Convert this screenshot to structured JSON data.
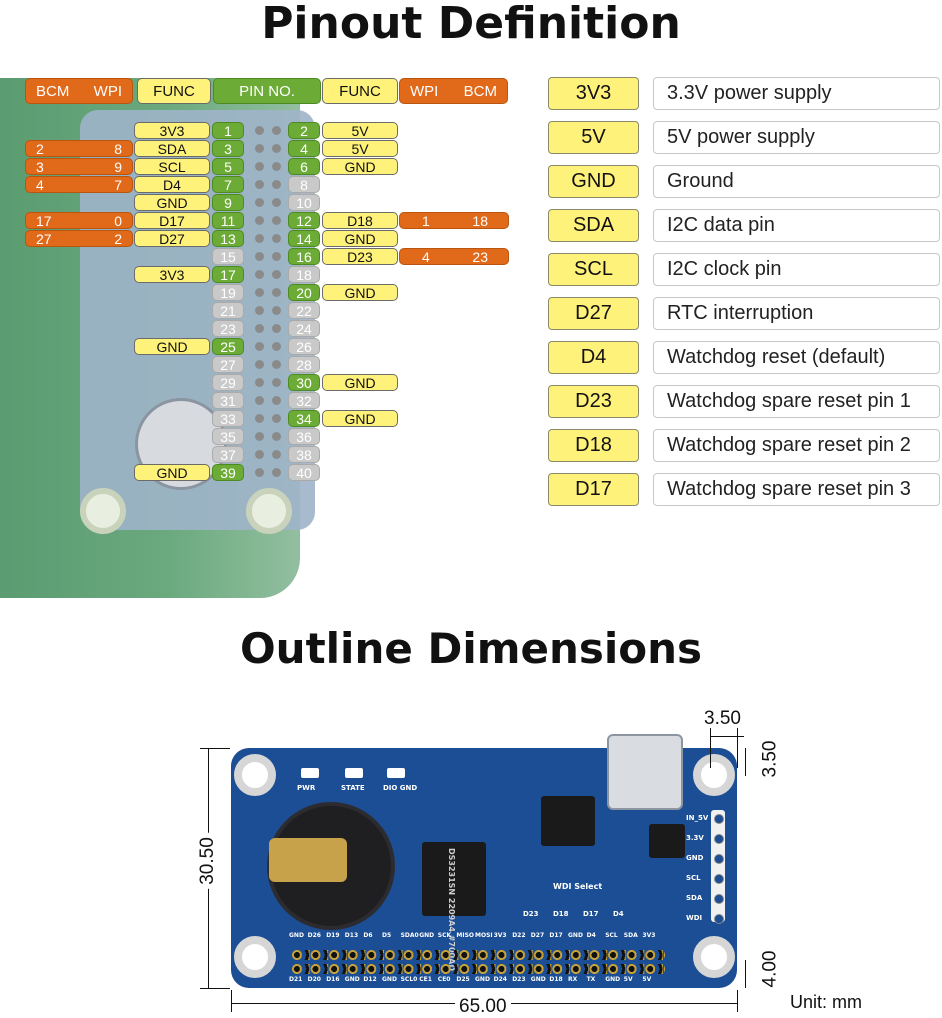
{
  "titles": {
    "pinout": "Pinout Definition",
    "outline": "Outline Dimensions"
  },
  "header": {
    "bcm": "BCM",
    "wpi": "WPI",
    "func": "FUNC",
    "pin_no": "PIN NO."
  },
  "pins": [
    {
      "row": 0,
      "ln": "1",
      "lf": "3V3",
      "rn": "2",
      "rf": "5V"
    },
    {
      "row": 1,
      "ln": "3",
      "lf": "SDA",
      "lb": "2",
      "lw": "8",
      "rn": "4",
      "rf": "5V"
    },
    {
      "row": 2,
      "ln": "5",
      "lf": "SCL",
      "lb": "3",
      "lw": "9",
      "rn": "6",
      "rf": "GND"
    },
    {
      "row": 3,
      "ln": "7",
      "lf": "D4",
      "lb": "4",
      "lw": "7",
      "rn": "8"
    },
    {
      "row": 4,
      "ln": "9",
      "lf": "GND",
      "rn": "10"
    },
    {
      "row": 5,
      "ln": "11",
      "lf": "D17",
      "lb": "17",
      "lw": "0",
      "rn": "12",
      "rf": "D18",
      "rw": "1",
      "rb": "18"
    },
    {
      "row": 6,
      "ln": "13",
      "lf": "D27",
      "lb": "27",
      "lw": "2",
      "rn": "14",
      "rf": "GND"
    },
    {
      "row": 7,
      "ln": "15",
      "rn": "16",
      "rf": "D23",
      "rw": "4",
      "rb": "23"
    },
    {
      "row": 8,
      "ln": "17",
      "lf": "3V3",
      "rn": "18"
    },
    {
      "row": 9,
      "ln": "19",
      "rn": "20",
      "rf": "GND"
    },
    {
      "row": 10,
      "ln": "21",
      "rn": "22"
    },
    {
      "row": 11,
      "ln": "23",
      "rn": "24"
    },
    {
      "row": 12,
      "ln": "25",
      "lf": "GND",
      "rn": "26"
    },
    {
      "row": 13,
      "ln": "27",
      "rn": "28"
    },
    {
      "row": 14,
      "ln": "29",
      "rn": "30",
      "rf": "GND"
    },
    {
      "row": 15,
      "ln": "31",
      "rn": "32"
    },
    {
      "row": 16,
      "ln": "33",
      "rn": "34",
      "rf": "GND"
    },
    {
      "row": 17,
      "ln": "35",
      "rn": "36"
    },
    {
      "row": 18,
      "ln": "37",
      "rn": "38"
    },
    {
      "row": 19,
      "ln": "39",
      "lf": "GND",
      "rn": "40"
    }
  ],
  "legend": [
    {
      "key": "3V3",
      "desc": "3.3V power supply"
    },
    {
      "key": "5V",
      "desc": "5V power supply"
    },
    {
      "key": "GND",
      "desc": "Ground"
    },
    {
      "key": "SDA",
      "desc": "I2C data pin"
    },
    {
      "key": "SCL",
      "desc": "I2C clock pin"
    },
    {
      "key": "D27",
      "desc": "RTC interruption"
    },
    {
      "key": "D4",
      "desc": "Watchdog reset (default)"
    },
    {
      "key": "D23",
      "desc": "Watchdog spare reset pin 1"
    },
    {
      "key": "D18",
      "desc": "Watchdog spare reset pin 2"
    },
    {
      "key": "D17",
      "desc": "Watchdog spare reset pin 3"
    }
  ],
  "board_silk": {
    "leds": [
      "PWR",
      "STATE",
      "DIO GND"
    ],
    "right_pins": [
      "IN_5V",
      "3.3V",
      "GND",
      "SCL",
      "SDA",
      "WDI"
    ],
    "wdi_select": "WDI Select",
    "wdi_opts": [
      "D23",
      "D18",
      "D17",
      "D4"
    ],
    "chip": "DS3231SN\n2209A4\n#700AD",
    "top_row": [
      "GND",
      "D26",
      "D19",
      "D13",
      "D6",
      "D5",
      "SDA0",
      "GND",
      "SCK",
      "MISO",
      "MOSI",
      "3V3",
      "D22",
      "D27",
      "D17",
      "GND",
      "D4",
      "SCL",
      "SDA",
      "3V3"
    ],
    "bottom_row": [
      "D21",
      "D20",
      "D16",
      "GND",
      "D12",
      "GND",
      "SCL0",
      "CE1",
      "CE0",
      "D25",
      "GND",
      "D24",
      "D23",
      "GND",
      "D18",
      "RX",
      "TX",
      "GND",
      "5V",
      "5V"
    ]
  },
  "dimensions": {
    "hole_x": "3.50",
    "hole_y": "3.50",
    "height": "30.50",
    "width": "65.00",
    "bottom_gap": "4.00",
    "unit": "Unit: mm"
  }
}
